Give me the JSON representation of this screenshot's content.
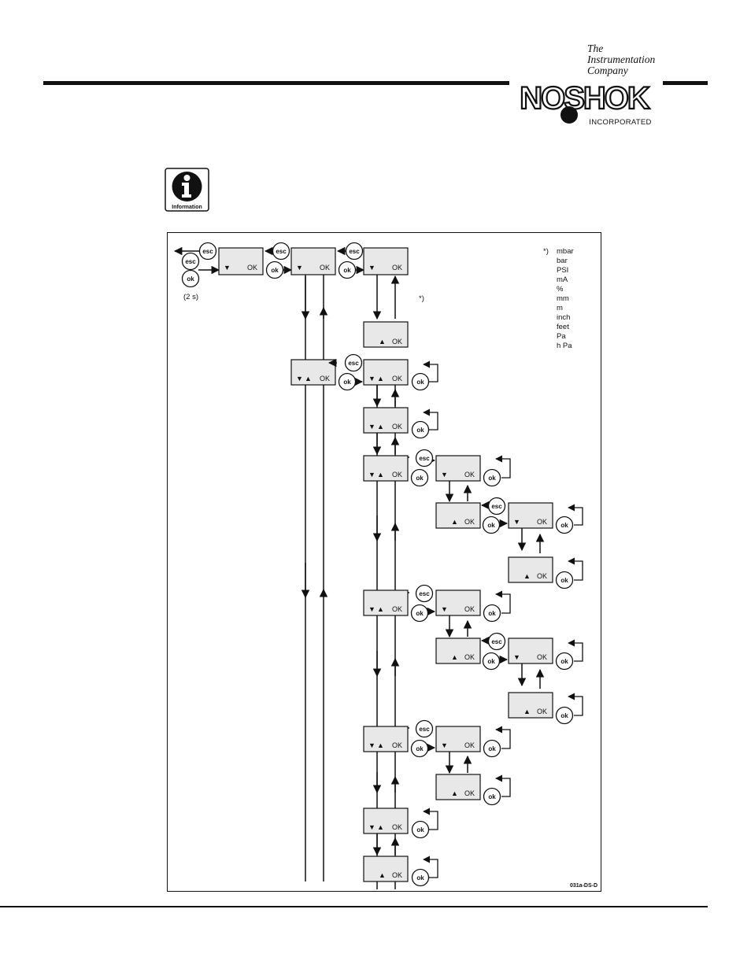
{
  "header": {
    "tagline": [
      "The",
      "Instrumentation",
      "Company"
    ],
    "logo_text": "NOSHOK",
    "logo_subtext": "INCORPORATED"
  },
  "info_badge": {
    "label": "Information",
    "icon": "info-icon"
  },
  "diagram": {
    "hold_label": "(2 s)",
    "unit_marker": "*)",
    "units": [
      "mbar",
      "bar",
      "PSI",
      "mA",
      "%",
      "mm",
      "m",
      "inch",
      "feet",
      "Pa",
      "h Pa"
    ],
    "esc_label": "esc",
    "ok_button_label": "ok",
    "display_ok_label": "OK",
    "up_arrow": "▲",
    "down_arrow": "▼",
    "figure_code": "031a-DS-D"
  },
  "colors": {
    "ink": "#111111",
    "display_fill": "#e8e8e8",
    "paper": "#ffffff"
  }
}
